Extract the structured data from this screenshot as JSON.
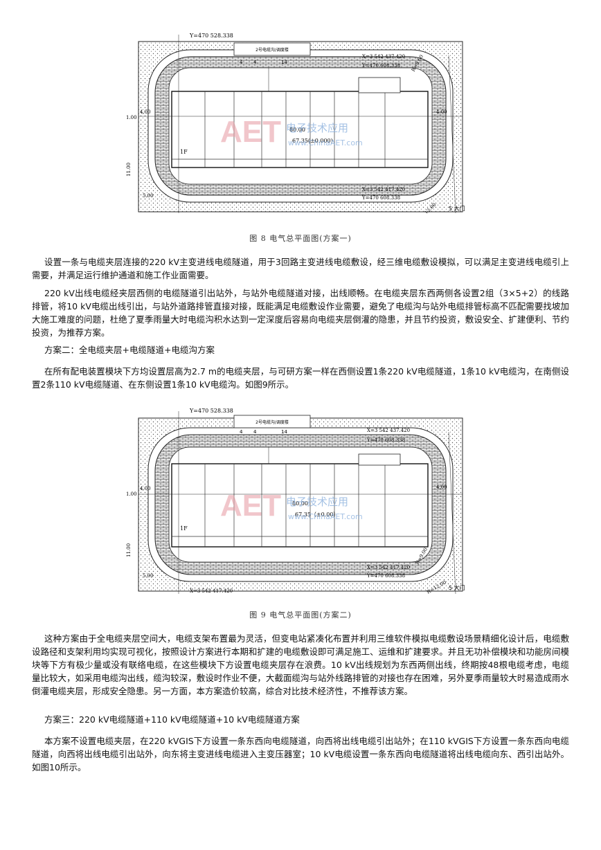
{
  "figures": [
    {
      "id": "fig8",
      "caption": "图 8   电气总平面图(方案一)",
      "labels": {
        "y_top": "Y=470 528.338",
        "x_ne": "X=3 542 437.420",
        "y_ne": "Y=470 608.338",
        "x_se": "X=3 542 417.420",
        "y_se": "Y=470 608.338",
        "dim_4a": "4",
        "dim_4b": "4",
        "dim_14": "14",
        "dim_400_left": "4.00",
        "dim_400_right": "4.00",
        "dim_100": "1.00",
        "dim_1100": "11.00",
        "dim_500": "5.00",
        "dim_8000": "80.00",
        "elev": "67.35(±0.000)",
        "floor": "1F",
        "gate": "5 大门",
        "radius": "R=12.00",
        "r900": "R=9.00",
        "top_box": "2号电缆沟/调度楼"
      }
    },
    {
      "id": "fig9",
      "caption": "图 9   电气总平面图(方案二)",
      "labels": {
        "y_top": "Y=470 528.338",
        "x_ne": "X=3 542 437.420",
        "y_ne": "Y=470 608.338",
        "x_se": "X=3 542 417.420",
        "y_se": "Y=470 608.338",
        "x_sw": "X=3 542 417.420",
        "dim_4a": "4",
        "dim_4b": "4",
        "dim_14": "14",
        "dim_400_left": "4.00",
        "dim_400_right": "4.00",
        "dim_100": "1.00",
        "dim_1100": "11.00",
        "dim_500": "5.00",
        "dim_8000": "80.00",
        "elev": "67.35（±0.00）",
        "floor": "1F",
        "gate": "5 大门",
        "radius": "R=12.00",
        "r900": "R=9.00",
        "top_box": "2号电缆沟/调度楼"
      }
    }
  ],
  "watermark": {
    "logo": "AET",
    "cn": "电子技术应用",
    "url": "www.ChinaAET.com"
  },
  "paragraphs": {
    "p1": "设置一条与电缆夹层连接的220 kV主变进线电缆隧道，用于3回路主变进线电缆敷设，经三维电缆敷设模拟，可以满足主变进线电缆引上需要，并满足运行维护通道和施工作业面需要。",
    "p2": "220 kV出线电缆经夹层西侧的电缆隧道引出站外，与站外电缆隧道对接，出线顺畅。在电缆夹层东西两侧各设置2组（3×5+2）的线路排管，将10 kV电缆出线引出，与站外道路排管直接对接，既能满足电缆敷设作业需要，避免了电缆沟与站外电缆排管标高不匹配需要找坡加大施工难度的问题，杜绝了夏季雨量大时电缆沟积水达到一定深度后容易向电缆夹层倒灌的隐患，并且节约投资，敷设安全、扩建便利、节约投资，为推荐方案。",
    "h2": "方案二：全电缆夹层+电缆隧道+电缆沟方案",
    "p3": "在所有配电装置模块下方均设置层高为2.7 m的电缆夹层，与可研方案一样在西侧设置1条220 kV电缆隧道，1条10 kV电缆沟，在南侧设置2条110 kV电缆隧道、在东侧设置1条10 kV电缆沟。如图9所示。",
    "p4": "这种方案由于全电缆夹层空间大，电缆支架布置最为灵活，但变电站紧凑化布置并利用三维软件模拟电缆敷设场景精细化设计后，电缆敷设路径和支架利用均实现可视化，按照设计方案进行本期和扩建的电缆敷设即可满足施工、运维和扩建要求。并且无功补偿模块和功能房间模块等下方有极少量或没有联络电缆，在这些模块下方设置电缆夹层存在浪费。10 kV出线规划为东西两侧出线，终期按48根电缆考虑，电缆量比较大，如采用电缆沟出线，缆沟较深，敷设时作业不便，大截面缆沟与站外线路排管的对接也存在困难，另外夏季雨量较大时易造成雨水倒灌电缆夹层，形成安全隐患。另一方面，本方案造价较高，综合对比技术经济性，不推荐该方案。",
    "h3": "方案三：220 kV电缆隧道+110 kV电缆隧道+10 kV电缆隧道方案",
    "p5": "本方案不设置电缆夹层，在220 kVGIS下方设置一条东西向电缆隧道，向西将出线电缆引出站外；在110 kVGIS下方设置一条东西向电缆隧道，向西将出线电缆引出站外，向东将主变进线电缆进入主变压器室；10 kV电缆设置一条东西向电缆隧道将出线电缆向东、西引出站外。如图10所示。"
  }
}
